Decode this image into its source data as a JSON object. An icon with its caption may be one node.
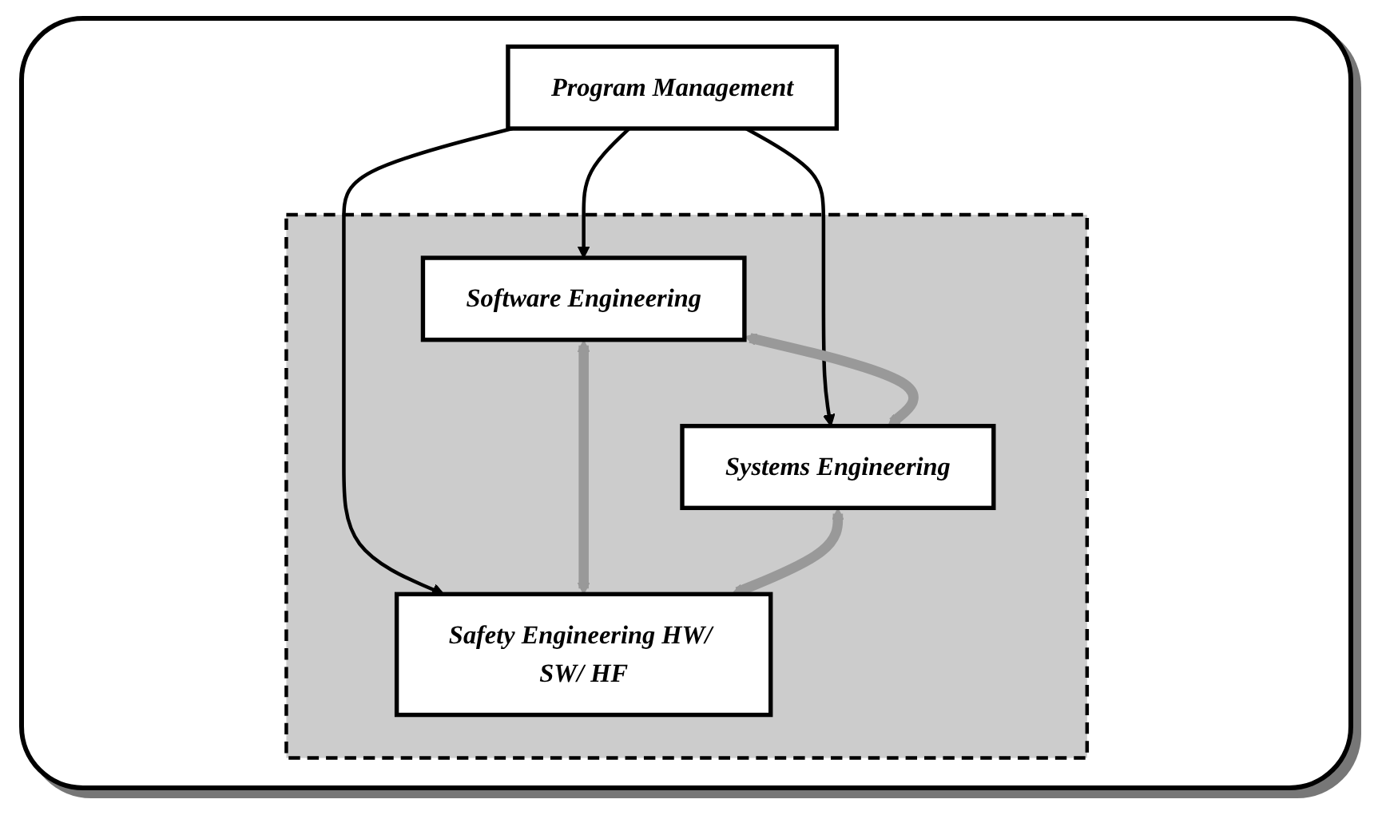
{
  "diagram": {
    "nodes": [
      {
        "text": [],
        "shape": "box"
      },
      {
        "text": [
          "Program Management"
        ]
      },
      {
        "text": [
          "Software Engineering"
        ],
        "in": 0
      },
      {
        "text": [
          "Systems Engineering"
        ],
        "in": 0
      },
      {
        "text": [
          "Safety Engineering HW/ SW/ HF"
        ],
        "in": 0
      }
    ],
    "edges": [
      {
        "from": 1,
        "to": 2,
        "arrow": "to"
      },
      {
        "from": 1,
        "to": 3,
        "arrow": "to"
      },
      {
        "from": 1,
        "to": 4,
        "arrow": "to"
      },
      {
        "from": 2,
        "to": 3,
        "arrow": "both",
        "style": "thick",
        "color": "#999999"
      },
      {
        "from": 2,
        "to": 4,
        "arrow": "both",
        "style": "thick",
        "color": "#999999"
      },
      {
        "from": 3,
        "to": 4,
        "arrow": "both",
        "style": "thick",
        "color": "#999999"
      }
    ]
  }
}
